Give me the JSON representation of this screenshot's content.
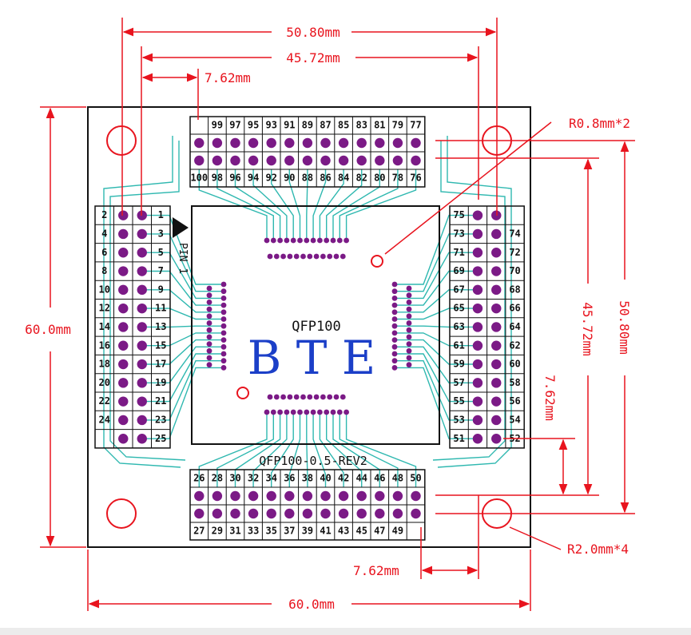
{
  "board": {
    "chip_label": "QFP100",
    "revision_label": "QFP100-0.5-REV2",
    "pin1_label": "PIN 1",
    "watermark": "B T E"
  },
  "dimensions": {
    "top_outer": "50.80mm",
    "top_inner": "45.72mm",
    "top_pitch": "7.62mm",
    "left_height": "60.0mm",
    "right_outer": "50.80mm",
    "right_inner": "45.72mm",
    "right_pitch": "7.62mm",
    "bottom_pitch": "7.62mm",
    "bottom_width": "60.0mm",
    "small_hole_radius": "R0.8mm*2",
    "mount_hole_radius": "R2.0mm*4"
  },
  "headers": {
    "top_row1": [
      "99",
      "97",
      "95",
      "93",
      "91",
      "89",
      "87",
      "85",
      "83",
      "81",
      "79",
      "77"
    ],
    "top_row2": [
      "100",
      "98",
      "96",
      "94",
      "92",
      "90",
      "88",
      "86",
      "84",
      "82",
      "80",
      "78",
      "76"
    ],
    "left_col1": [
      "2",
      "4",
      "6",
      "8",
      "10",
      "12",
      "14",
      "16",
      "18",
      "20",
      "22",
      "24"
    ],
    "left_col2": [
      "1",
      "3",
      "5",
      "7",
      "9",
      "11",
      "13",
      "15",
      "17",
      "19",
      "21",
      "23",
      "25"
    ],
    "right_col1": [
      "75",
      "73",
      "71",
      "69",
      "67",
      "65",
      "63",
      "61",
      "59",
      "57",
      "55",
      "53",
      "51"
    ],
    "right_col2": [
      "74",
      "72",
      "70",
      "68",
      "66",
      "64",
      "62",
      "60",
      "58",
      "56",
      "54",
      "52"
    ],
    "bottom_row1": [
      "26",
      "28",
      "30",
      "32",
      "34",
      "36",
      "38",
      "40",
      "42",
      "44",
      "46",
      "48",
      "50"
    ],
    "bottom_row2": [
      "27",
      "29",
      "31",
      "33",
      "35",
      "37",
      "39",
      "41",
      "43",
      "45",
      "47",
      "49"
    ]
  },
  "colors": {
    "dimension": "#e8141e",
    "trace": "#2fb8b0",
    "pad": "#7b1a86",
    "outline": "#111111",
    "watermark": "#1b3fc8"
  }
}
